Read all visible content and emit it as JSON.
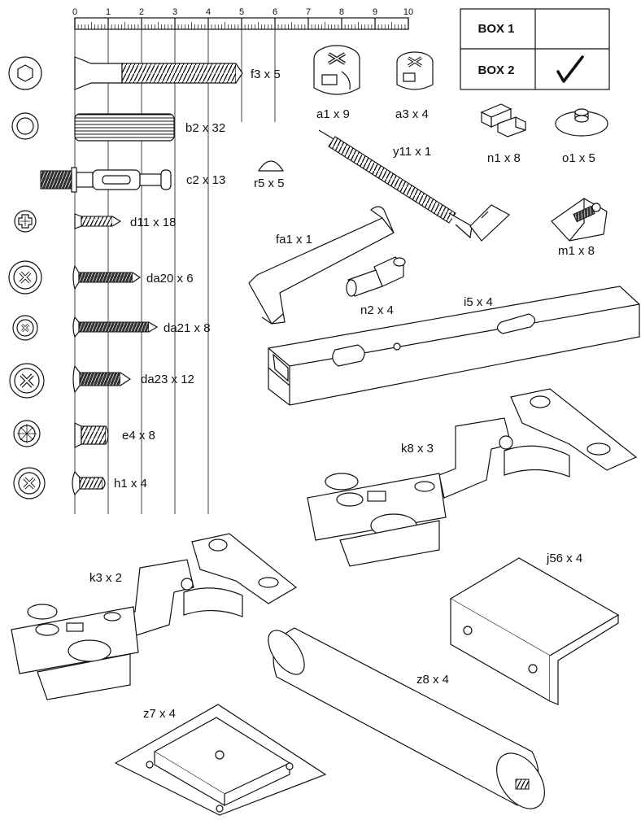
{
  "ruler": {
    "ticks": [
      "0",
      "1",
      "2",
      "3",
      "4",
      "5",
      "6",
      "7",
      "8",
      "9",
      "10"
    ]
  },
  "box_table": {
    "rows": [
      {
        "label": "BOX 1",
        "checked": false
      },
      {
        "label": "BOX 2",
        "checked": true
      }
    ],
    "check_mark": "√"
  },
  "parts": {
    "f3": "f3 x 5",
    "b2": "b2 x 32",
    "c2": "c2 x 13",
    "d11": "d11 x 18",
    "da20": "da20 x 6",
    "da21": "da21 x 8",
    "da23": "da23 x 12",
    "e4": "e4 x 8",
    "h1": "h1 x 4",
    "a1": "a1 x 9",
    "a3": "a3 x 4",
    "n1": "n1 x 8",
    "o1": "o1 x 5",
    "r5": "r5 x 5",
    "y11": "y11 x 1",
    "m1": "m1 x 8",
    "fa1": "fa1 x 1",
    "n2": "n2 x 4",
    "i5": "i5 x 4",
    "k8": "k8 x 3",
    "k3": "k3 x 2",
    "j56": "j56 x 4",
    "z8": "z8 x 4",
    "z7": "z7 x 4"
  },
  "icons": {
    "head_hex": "hex-socket-icon",
    "head_knurl": "knurled-ring-icon",
    "head_phillips": "phillips-head-icon",
    "head_pozi": "pozidriv-head-icon"
  }
}
